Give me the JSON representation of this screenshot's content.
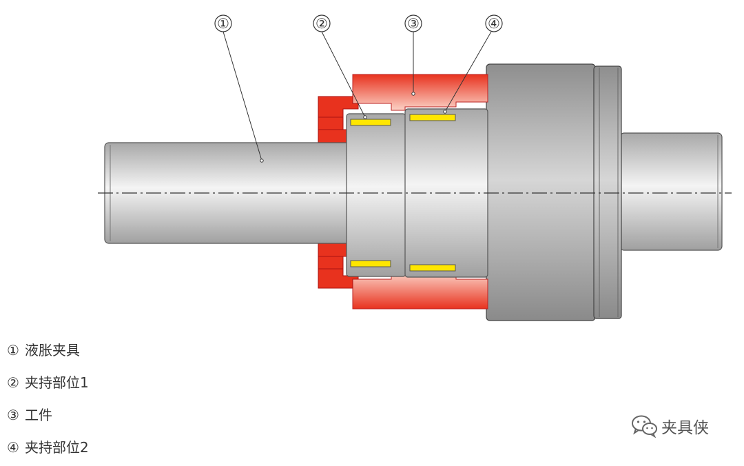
{
  "callouts": [
    "①",
    "②",
    "③",
    "④"
  ],
  "legend": [
    {
      "num": "①",
      "text": "液胀夹具"
    },
    {
      "num": "②",
      "text": "夹持部位1"
    },
    {
      "num": "③",
      "text": "工件"
    },
    {
      "num": "④",
      "text": "夹持部位2"
    }
  ],
  "watermark": "夹具侠",
  "colors": {
    "fixture_red": "#e8321e",
    "fixture_light": "#f9c5b8",
    "steel_light": "#f2f2f2",
    "steel_dark": "#9e9e9e",
    "clamp_yellow": "#ffe600",
    "outline": "#444444"
  },
  "icons": {
    "watermark_logo": "wechat-logo-icon"
  }
}
